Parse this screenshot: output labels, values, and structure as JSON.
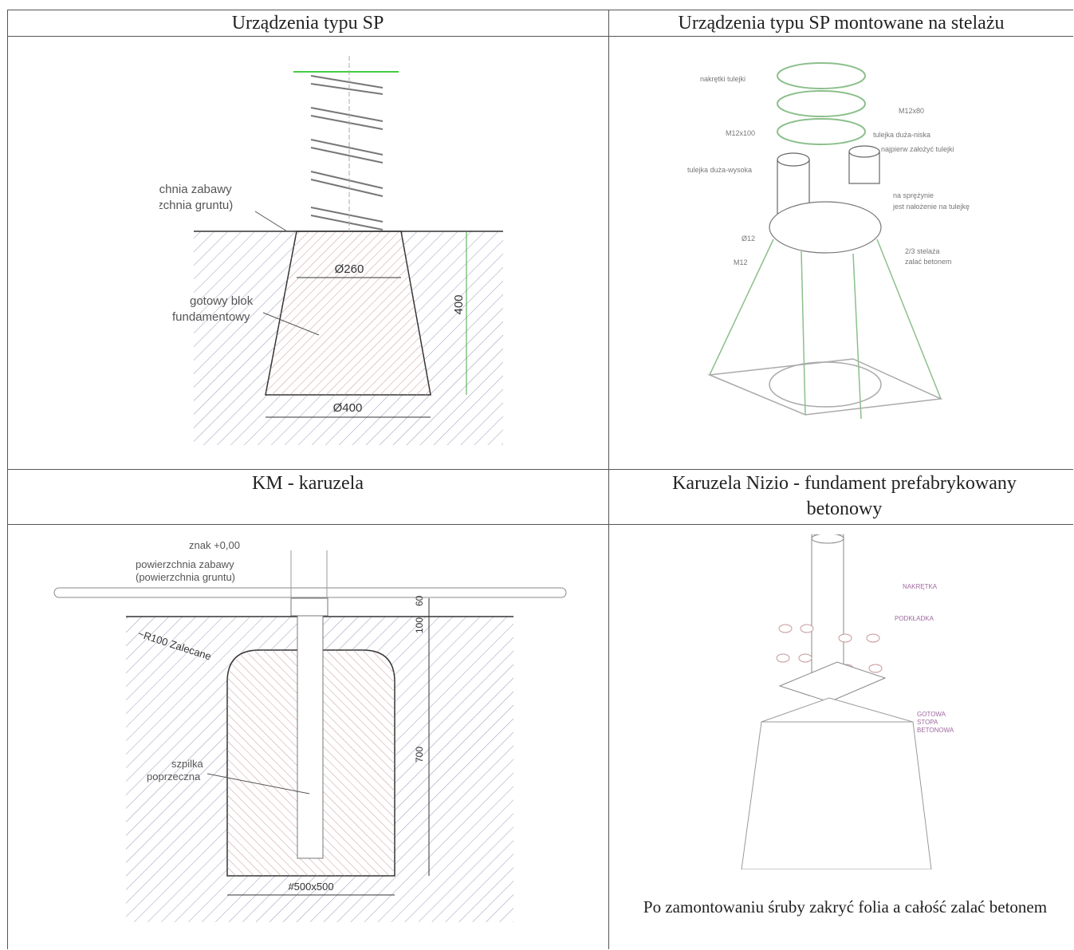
{
  "headers": {
    "sp": "Urządzenia typu SP",
    "sp_stelaz": "Urządzenia typu SP montowane na stelażu",
    "km": "KM - karuzela",
    "nizio": "Karuzela Nizio - fundament prefabrykowany betonowy"
  },
  "sp_drawing": {
    "surface_label_1": "powierzchnia zabawy",
    "surface_label_2": "(powierzchnia gruntu)",
    "block_label_1": "gotowy blok",
    "block_label_2": "fundamentowy",
    "dim_top": "Ø260",
    "dim_bottom": "Ø400",
    "dim_height": "400"
  },
  "stelaz_drawing": {
    "l1": "nakrętki tulejki",
    "l2": "M12x80",
    "l3": "M12x100",
    "l4": "tulejka duża-niska",
    "l5": "najpierw założyć tulejki",
    "l6": "tulejka duża-wysoka",
    "l7": "na sprężynie",
    "l8": "jest nałożenie na tulejkę",
    "l9": "Ø12",
    "l10": "M12",
    "l11": "2/3 stelaża",
    "l12": "zalać betonem"
  },
  "km_drawing": {
    "znak": "znak +0,00",
    "surface_label_1": "powierzchnia zabawy",
    "surface_label_2": "(powierzchnia gruntu)",
    "radius": "~R100 Zalecane",
    "pin_label_1": "szpilka",
    "pin_label_2": "poprzeczna",
    "dim_60": "60",
    "dim_100": "100",
    "dim_700": "700",
    "dim_base": "#500x500"
  },
  "nizio_drawing": {
    "l1": "NAKRĘTKA",
    "l2": "PODKŁADKA",
    "l3": "GOTOWA",
    "l4": "STOPA",
    "l5": "BETONOWA",
    "caption": "Po zamontowaniu śruby zakryć folia a całość zalać betonem"
  }
}
